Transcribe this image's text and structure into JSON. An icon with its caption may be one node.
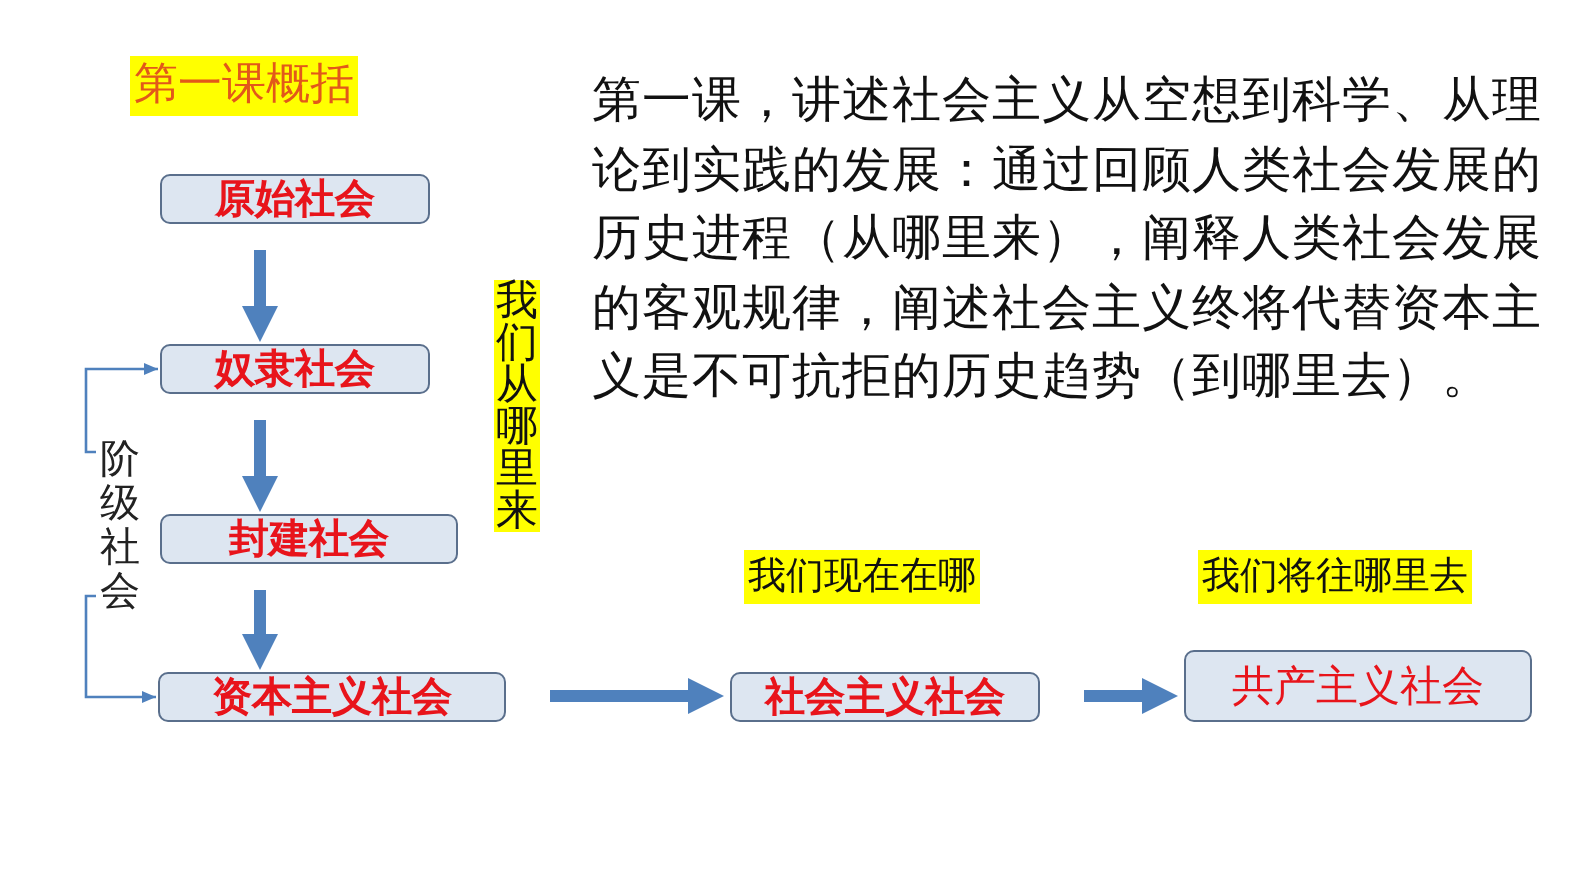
{
  "diagram": {
    "title": "第一课概括",
    "nodes": [
      {
        "text": [
          "原始社会"
        ]
      },
      {
        "text": [
          "奴隶社会"
        ]
      },
      {
        "text": [
          "封建社会"
        ]
      },
      {
        "text": [
          "资本主义社会"
        ]
      },
      {
        "text": [
          "社会主义社会"
        ],
        "beside": [
          "我们现在在哪"
        ]
      },
      {
        "text": [
          "共产主义社会"
        ],
        "beside": [
          "我们将往哪里去"
        ]
      },
      {
        "text": [
          "阶级社会"
        ]
      }
    ],
    "edges": [
      {
        "from": 0,
        "to": 1,
        "arrow": "to"
      },
      {
        "from": 1,
        "to": 2,
        "arrow": "to"
      },
      {
        "from": 2,
        "to": 3,
        "arrow": "to"
      },
      {
        "from": 3,
        "to": 4,
        "arrow": "to"
      },
      {
        "from": 4,
        "to": 5,
        "arrow": "to"
      },
      {
        "from": 6,
        "to": 1,
        "arrow": "to"
      },
      {
        "from": 6,
        "to": 3,
        "arrow": "to"
      }
    ],
    "labels": [
      "我们从哪里来",
      "第一课，讲述社会主义从空想到科学、从理论到实践的发展：通过回顾人类社会发展的历史进程（从哪里来），阐释人类社会发展的客观规律，阐述社会主义终将代替资本主义是不可抗拒的历史趋势（到哪里去）。"
    ]
  }
}
